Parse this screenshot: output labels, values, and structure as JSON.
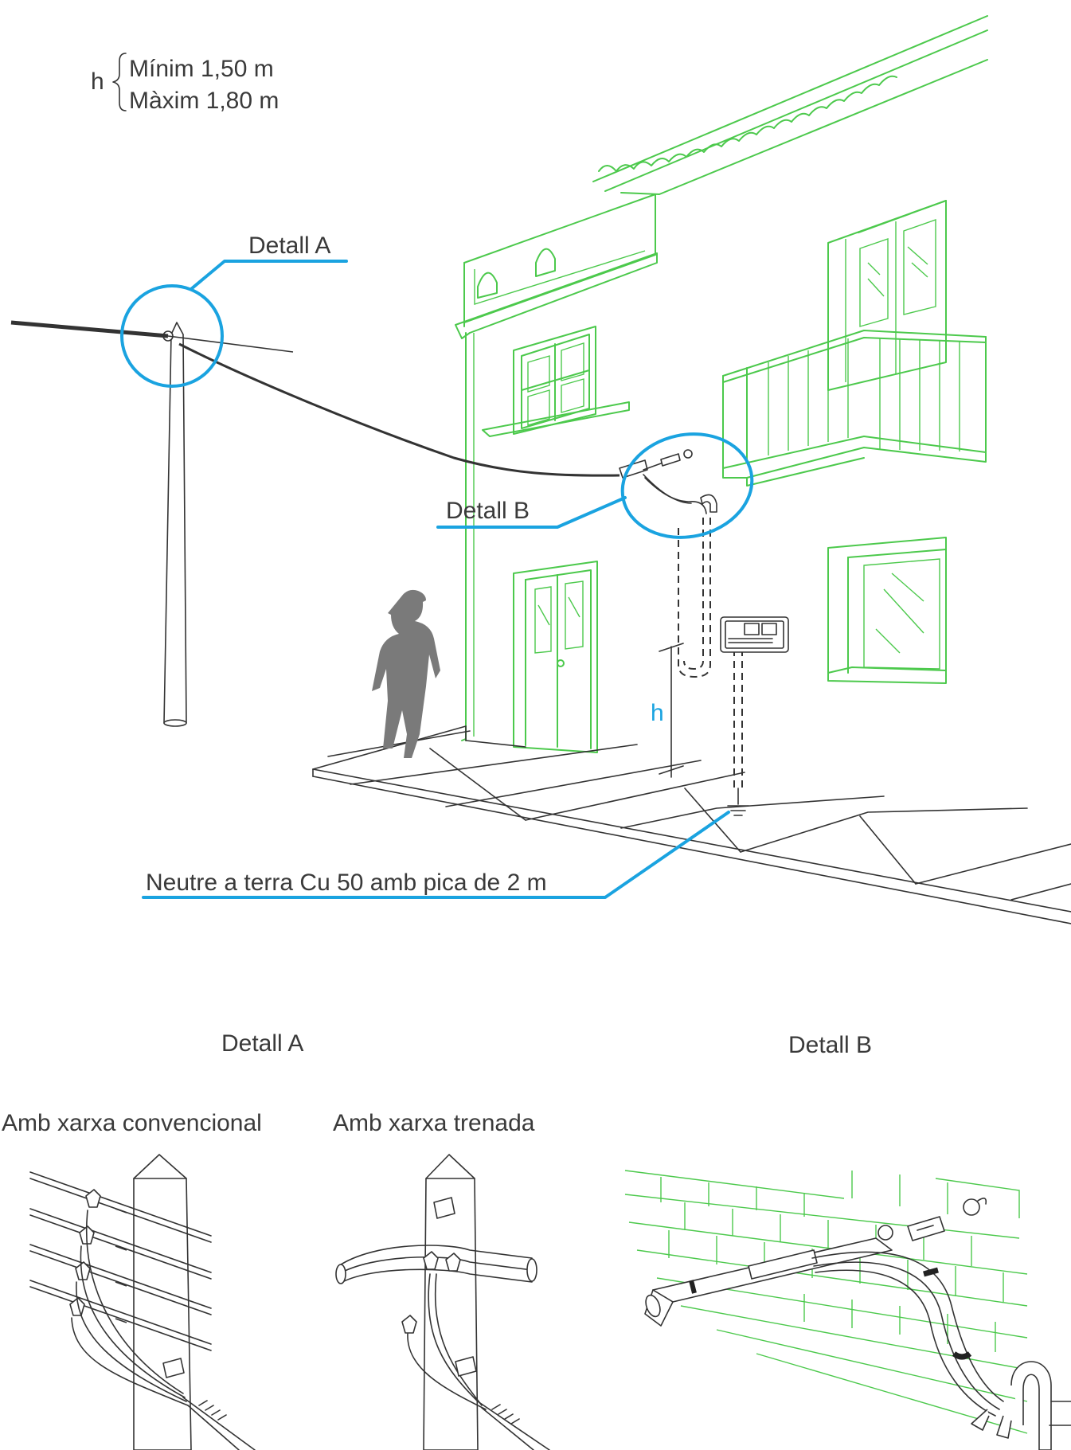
{
  "legend": {
    "symbol": "h",
    "min": "Mínim 1,50 m",
    "max": "Màxim 1,80 m"
  },
  "callouts": {
    "detail_a": "Detall A",
    "detail_b": "Detall B",
    "dimension_h": "h",
    "earth": "Neutre a terra Cu 50 amb pica de 2 m"
  },
  "details": {
    "a_title": "Detall A",
    "b_title": "Detall B",
    "a_conventional": "Amb xarxa convencional",
    "a_braided": "Amb xarxa trenada"
  },
  "colors": {
    "building": "#4cc94c",
    "callout": "#1aa3e0",
    "line": "#333333",
    "person": "#7a7a7a"
  }
}
